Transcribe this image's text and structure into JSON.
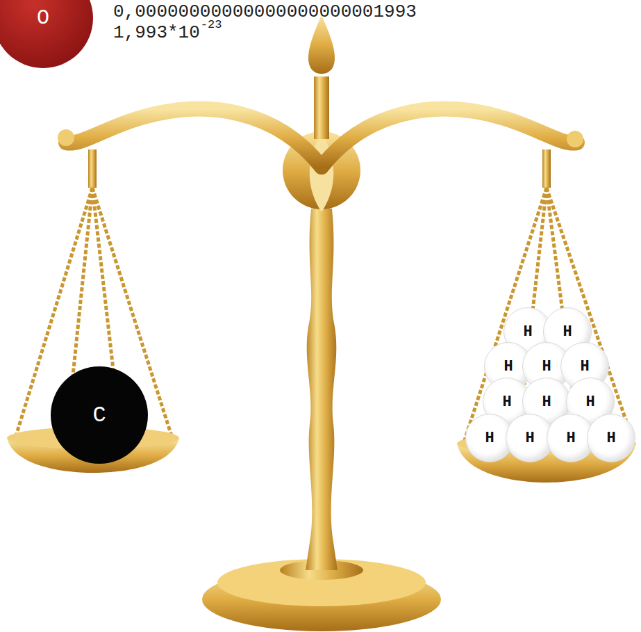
{
  "diagram": {
    "nodes": [
      {
        "text": [
          "O"
        ]
      },
      {
        "text": [
          "C"
        ]
      },
      {
        "text": [
          "H"
        ]
      },
      {
        "text": [
          "H"
        ]
      },
      {
        "text": [
          "H"
        ]
      },
      {
        "text": [
          "H"
        ]
      },
      {
        "text": [
          "H"
        ]
      },
      {
        "text": [
          "H"
        ]
      },
      {
        "text": [
          "H"
        ]
      },
      {
        "text": [
          "H"
        ]
      },
      {
        "text": [
          "H"
        ]
      },
      {
        "text": [
          "H"
        ]
      },
      {
        "text": [
          "H"
        ]
      },
      {
        "text": [
          "H"
        ]
      }
    ],
    "labels": [
      "0,00000000000000000000001993",
      "1,993*10",
      "-23"
    ]
  }
}
